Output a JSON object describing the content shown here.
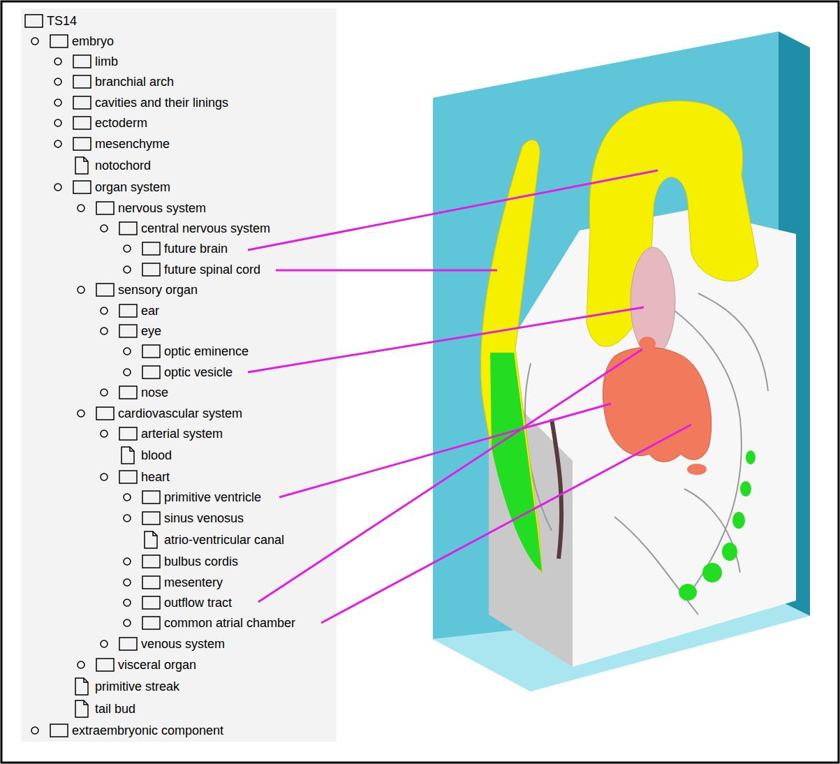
{
  "diagram": {
    "labels": [
      "TS14",
      "embryo",
      "limb",
      "branchial arch",
      "cavities and their linings",
      "ectoderm",
      "mesenchyme",
      "notochord",
      "organ system",
      "nervous system",
      "central nervous system",
      "future brain",
      "future spinal cord",
      "sensory organ",
      "ear",
      "eye",
      "optic eminence",
      "optic vesicle",
      "nose",
      "cardiovascular system",
      "arterial system",
      "blood",
      "heart",
      "primitive ventricle",
      "sinus venosus",
      "atrio-ventricular canal",
      "bulbus cordis",
      "mesentery",
      "outflow tract",
      "common atrial chamber",
      "venous system",
      "visceral organ",
      "primitive streak",
      "tail bud",
      "extraembryonic component"
    ]
  }
}
